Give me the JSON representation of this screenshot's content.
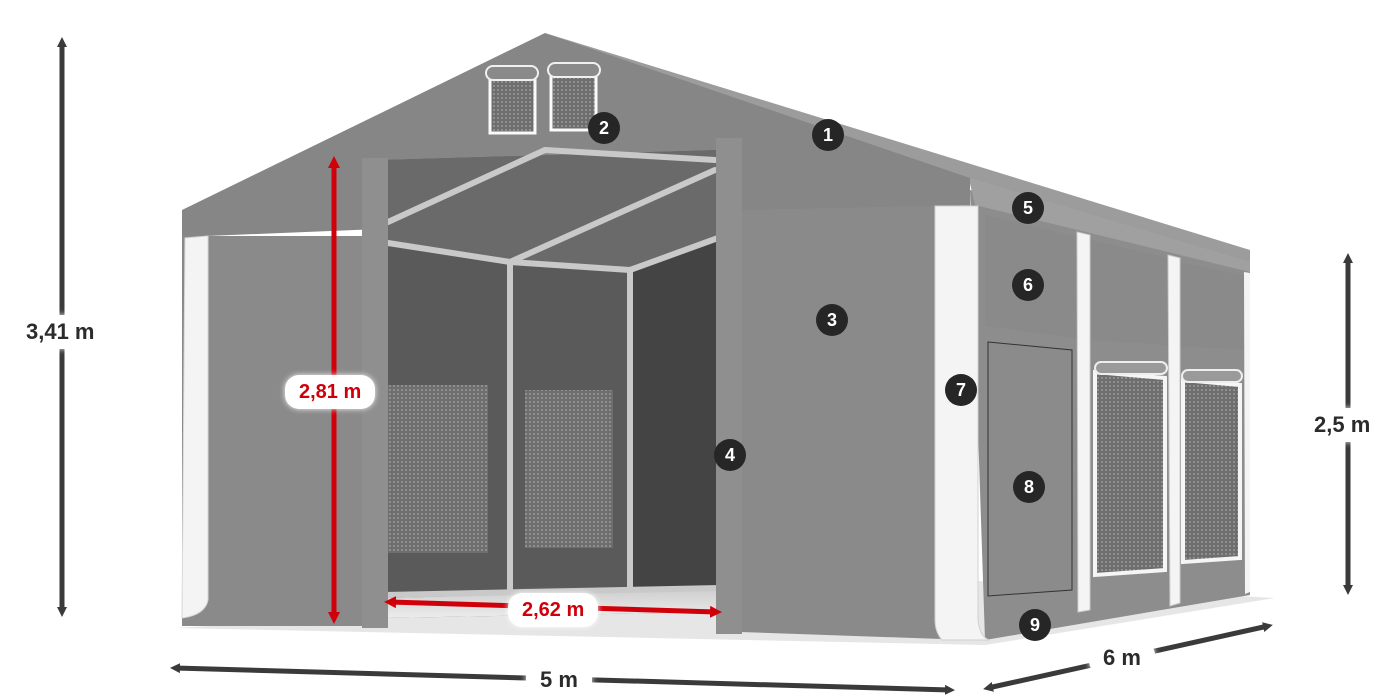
{
  "diagram": {
    "subject": "Storage tent (front view, open door, side windows)",
    "colors": {
      "tent_fabric": "#8a8a8a",
      "interior": "#555555",
      "frame": "#c8c8c8",
      "strap": "#f2f2f2",
      "dimension_dark": "#3a3a3a",
      "dimension_red": "#d0000b",
      "marker_bg": "#262626"
    },
    "dimensions": {
      "total_height": "3,41 m",
      "door_height": "2,81 m",
      "door_width": "2,62 m",
      "side_height": "2,5 m",
      "width": "5 m",
      "length": "6 m"
    },
    "markers": [
      {
        "num": "1",
        "target": "roof"
      },
      {
        "num": "2",
        "target": "gable ventilation windows"
      },
      {
        "num": "3",
        "target": "front wall"
      },
      {
        "num": "4",
        "target": "door curtain"
      },
      {
        "num": "5",
        "target": "roof edge / eave"
      },
      {
        "num": "6",
        "target": "side wall upper panel"
      },
      {
        "num": "7",
        "target": "corner reinforcement strap"
      },
      {
        "num": "8",
        "target": "side door panel"
      },
      {
        "num": "9",
        "target": "ground skirt"
      }
    ]
  }
}
